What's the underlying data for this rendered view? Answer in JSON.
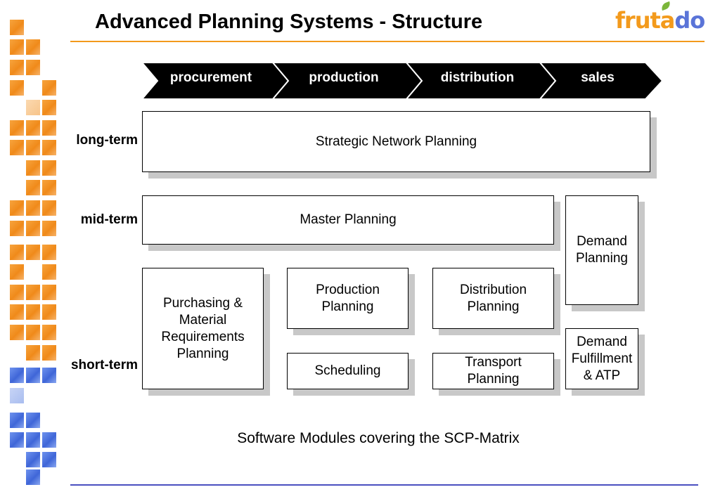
{
  "header": {
    "title": "Advanced Planning Systems - Structure"
  },
  "logo": {
    "part1": "fru",
    "part2": "ta",
    "part3": "do"
  },
  "colors": {
    "accent_orange": "#f39a1c",
    "accent_blue": "#4a4fc0",
    "chevron": "#000000",
    "shadow": "#c8c8c8"
  },
  "process_chain": [
    "procurement",
    "production",
    "distribution",
    "sales"
  ],
  "horizons": {
    "long": "long-term",
    "mid": "mid-term",
    "short": "short-term"
  },
  "modules": {
    "strategic": "Strategic Network Planning",
    "master": "Master Planning",
    "demand_planning": "Demand\nPlanning",
    "purchasing": "Purchasing &\nMaterial\nRequirements\nPlanning",
    "production_planning": "Production\nPlanning",
    "distribution_planning": "Distribution\nPlanning",
    "scheduling": "Scheduling",
    "transport": "Transport\nPlanning",
    "demand_fulfillment": "Demand\nFulfillment\n& ATP"
  },
  "caption": "Software Modules covering the SCP-Matrix"
}
